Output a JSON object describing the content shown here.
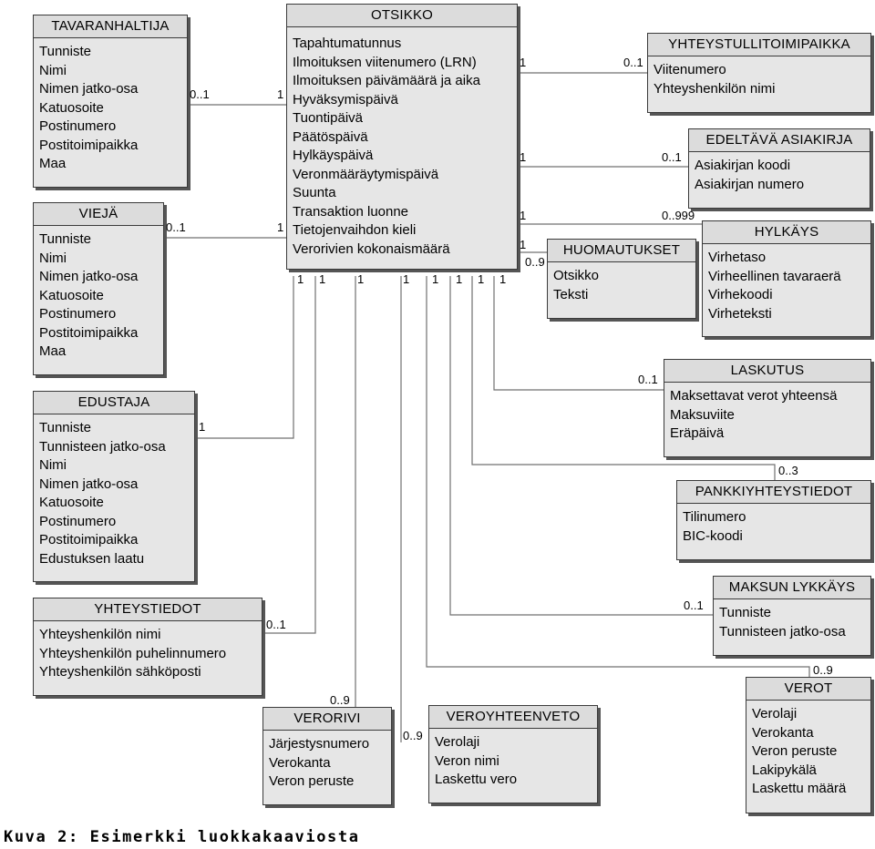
{
  "caption": "Kuva 2: Esimerkki luokkakaaviosta",
  "classes": {
    "tavaranhaltija": {
      "title": "TAVARANHALTIJA",
      "attrs": [
        "Tunniste",
        "Nimi",
        "Nimen jatko-osa",
        "Katuosoite",
        "Postinumero",
        "Postitoimipaikka",
        "Maa"
      ]
    },
    "vieja": {
      "title": "VIEJÄ",
      "attrs": [
        "Tunniste",
        "Nimi",
        "Nimen jatko-osa",
        "Katuosoite",
        "Postinumero",
        "Postitoimipaikka",
        "Maa"
      ]
    },
    "edustaja": {
      "title": "EDUSTAJA",
      "attrs": [
        "Tunniste",
        "Tunnisteen jatko-osa",
        "Nimi",
        "Nimen jatko-osa",
        "Katuosoite",
        "Postinumero",
        "Postitoimipaikka",
        "Edustuksen laatu"
      ]
    },
    "yhteystiedot": {
      "title": "YHTEYSTIEDOT",
      "attrs": [
        "Yhteyshenkilön nimi",
        "Yhteyshenkilön puhelinnumero",
        "Yhteyshenkilön sähköposti"
      ]
    },
    "otsikko": {
      "title": "OTSIKKO",
      "attrs": [
        "Tapahtumatunnus",
        "Ilmoituksen viitenumero (LRN)",
        "Ilmoituksen päivämäärä ja aika",
        "Hyväksymispäivä",
        "Tuontipäivä",
        "Päätöspäivä",
        "Hylkäyspäivä",
        "Veronmääräytymispäivä",
        "Suunta",
        "Transaktion luonne",
        "Tietojenvaihdon kieli",
        "Verorivien kokonaismäärä"
      ]
    },
    "verorivi": {
      "title": "VERORIVI",
      "attrs": [
        "Järjestysnumero",
        "Verokanta",
        "Veron peruste"
      ]
    },
    "veroyhteenveto": {
      "title": "VEROYHTEENVETO",
      "attrs": [
        "Verolaji",
        "Veron nimi",
        "Laskettu vero"
      ]
    },
    "yhteystullitoimipaikka": {
      "title": "YHTEYSTULLITOIMIPAIKKA",
      "attrs": [
        "Viitenumero",
        "Yhteyshenkilön nimi"
      ]
    },
    "edeltava": {
      "title": "EDELTÄVÄ ASIAKIRJA",
      "attrs": [
        "Asiakirjan koodi",
        "Asiakirjan numero"
      ]
    },
    "huomautukset": {
      "title": "HUOMAUTUKSET",
      "attrs": [
        "Otsikko",
        "Teksti"
      ]
    },
    "hylkays": {
      "title": "HYLKÄYS",
      "attrs": [
        "Virhetaso",
        "Virheellinen tavaraerä",
        "Virhekoodi",
        "Virheteksti"
      ]
    },
    "laskutus": {
      "title": "LASKUTUS",
      "attrs": [
        "Maksettavat verot yhteensä",
        "Maksuviite",
        "Eräpäivä"
      ]
    },
    "pankki": {
      "title": "PANKKIYHTEYSTIEDOT",
      "attrs": [
        "Tilinumero",
        "BIC-koodi"
      ]
    },
    "maksun": {
      "title": "MAKSUN LYKKÄYS",
      "attrs": [
        "Tunniste",
        "Tunnisteen jatko-osa"
      ]
    },
    "verot": {
      "title": "VEROT",
      "attrs": [
        "Verolaji",
        "Verokanta",
        "Veron peruste",
        "Lakipykälä",
        "Laskettu määrä"
      ]
    }
  },
  "multiplicities": {
    "tav_a": "0..1",
    "tav_b": "1",
    "vie_a": "0..1",
    "vie_b": "1",
    "edu_a": "1",
    "yht_a": "0..1",
    "ver_a": "0..9",
    "vey_a": "0..9",
    "ytp_a": "1",
    "ytp_b": "0..1",
    "ede_a": "1",
    "ede_b": "0..1",
    "hyl_a": "1",
    "hyl_b": "0..999",
    "huo_a": "1",
    "huo_b": "0..9",
    "las_b": "0..1",
    "pan_b": "0..3",
    "mak_b": "0..1",
    "vro_b": "0..9",
    "bottom_1": "1",
    "bottom_2": "1",
    "bottom_3": "1",
    "bottom_4": "1",
    "bottom_5": "1",
    "bottom_6": "1",
    "bottom_7": "1",
    "bottom_8": "1"
  }
}
